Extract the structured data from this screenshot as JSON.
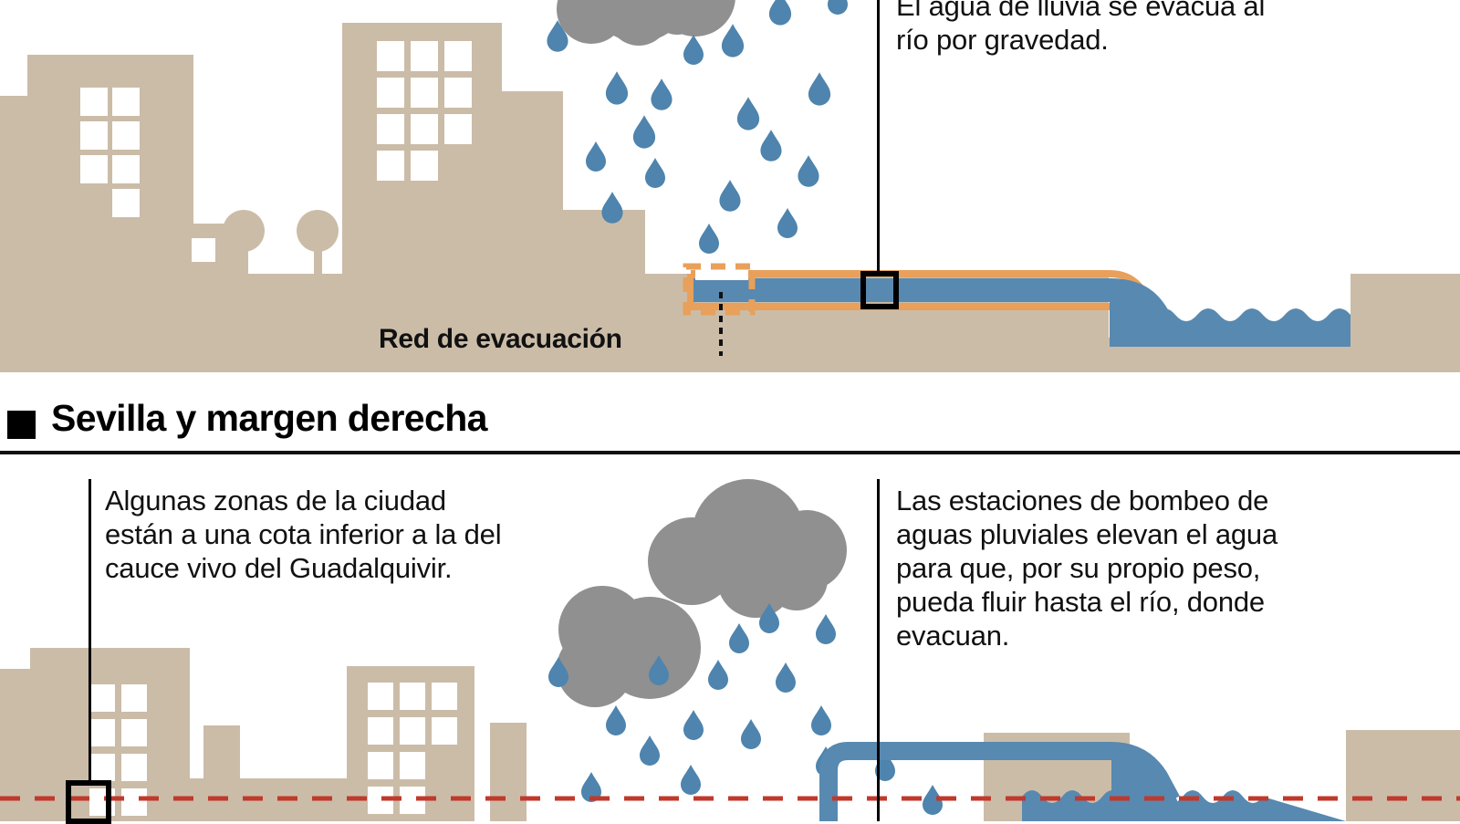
{
  "colors": {
    "ground": "#cbbca8",
    "water": "#5889b0",
    "pipe_outline": "#e8a05a",
    "cloud": "#909090",
    "ink": "#111111",
    "flood_line": "#c0392b",
    "white": "#ffffff"
  },
  "top_section": {
    "callout_gravity": "El agua de lluvia se evacua al\nrío por gravedad.",
    "label_network": "Red de evacuación"
  },
  "bottom_section": {
    "heading": "Sevilla y margen derecha",
    "bullet_icon": "square-bullet-icon",
    "callout_left": "Algunas zonas de la ciudad\nestán a una cota inferior a la del\ncauce vivo del Guadalquivir.",
    "callout_right": "Las estaciones de bombeo de\naguas pluviales elevan el agua\npara que, por su propio peso,\npueda fluir hasta el río, donde\nevacuan."
  },
  "icons": {
    "rain_drop": "rain-drop-icon",
    "cloud": "cloud-icon",
    "tree": "tree-icon",
    "building": "building-icon",
    "river": "river-water-icon",
    "pipe": "drainage-pipe-icon",
    "marker": "leader-square-marker-icon",
    "flood_level": "flood-level-dashed-line-icon"
  }
}
